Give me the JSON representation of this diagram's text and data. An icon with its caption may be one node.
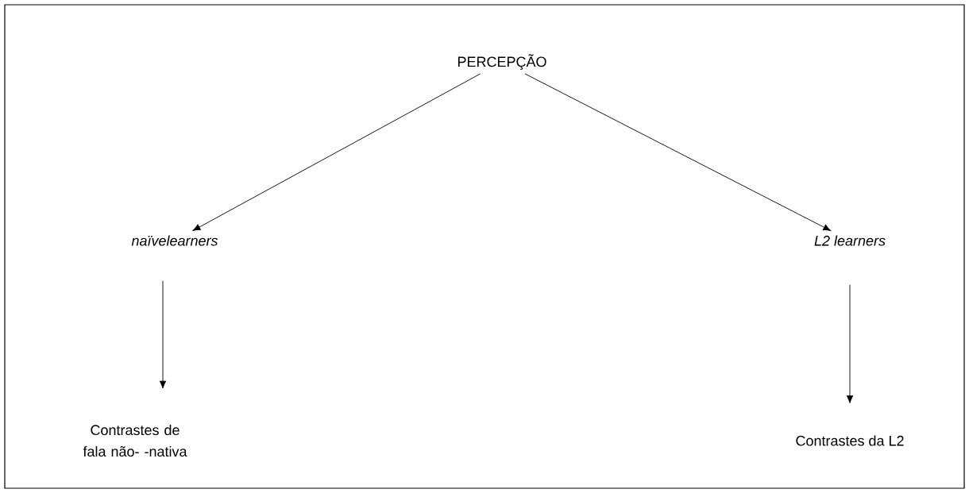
{
  "diagram": {
    "nodes": [
      {
        "text": [
          "PERCEPÇÃO"
        ]
      },
      {
        "text": [
          "naïvelearners"
        ]
      },
      {
        "text": [
          "L2 learners"
        ]
      },
      {
        "text": [
          "Contrastes de fala não- -nativa"
        ]
      },
      {
        "text": [
          "Contrastes da L2"
        ]
      }
    ],
    "edges": [
      {
        "from": 0,
        "to": 1,
        "arrow": "to"
      },
      {
        "from": 0,
        "to": 2,
        "arrow": "to"
      },
      {
        "from": 1,
        "to": 3,
        "arrow": "to"
      },
      {
        "from": 2,
        "to": 4,
        "arrow": "to"
      }
    ]
  }
}
